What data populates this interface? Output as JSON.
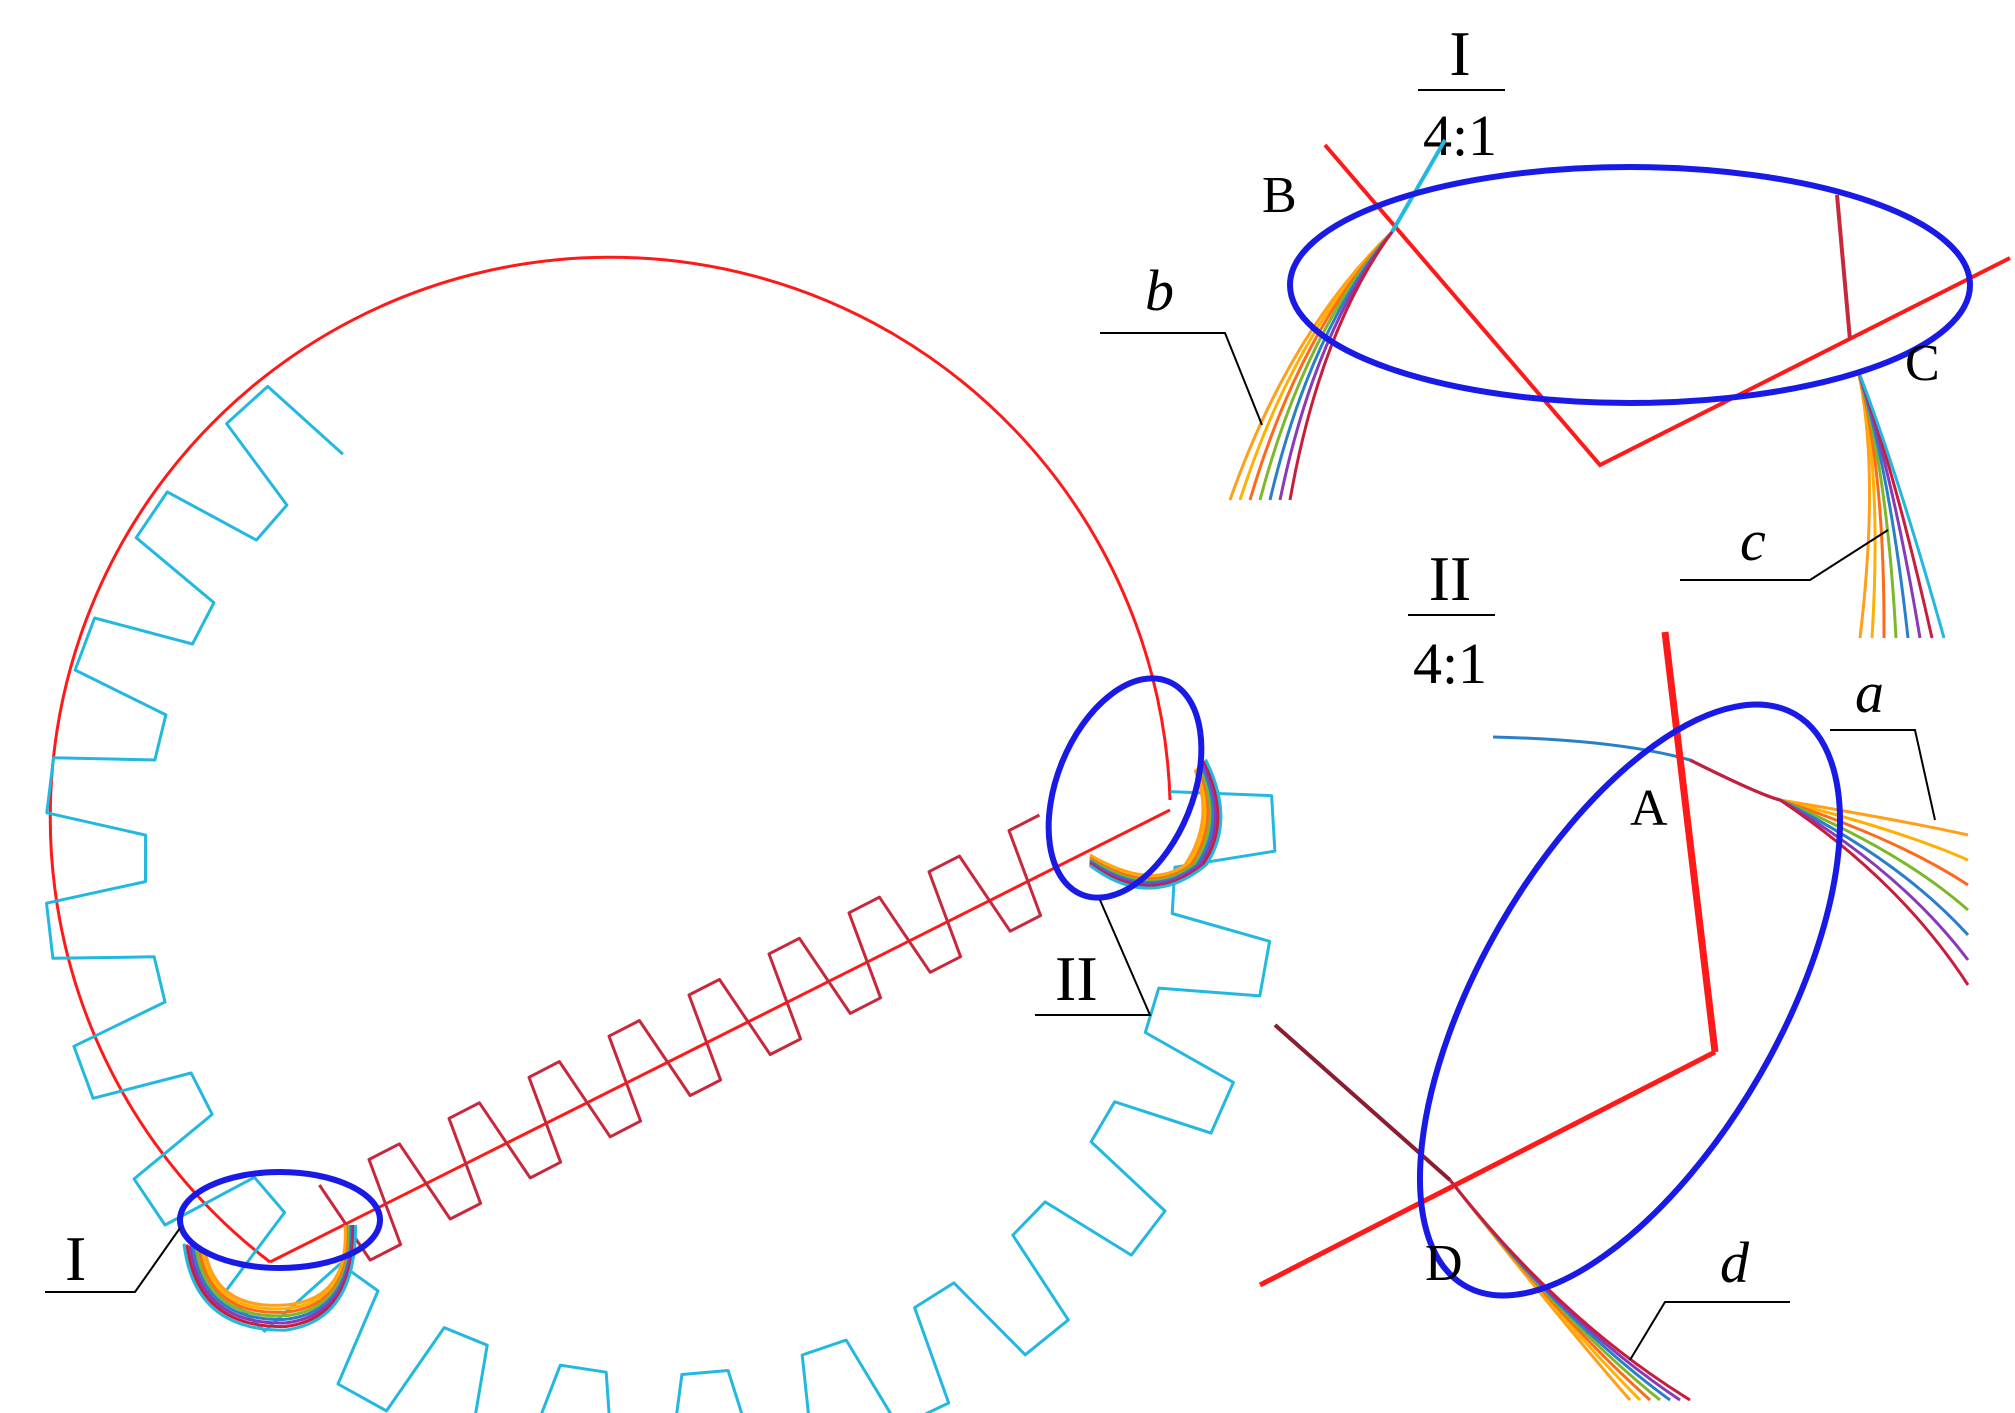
{
  "detail_labels": {
    "detail_I": "I",
    "detail_II": "II"
  },
  "detail_views": {
    "view_I": {
      "title": "I",
      "scale": "4:1"
    },
    "view_II": {
      "title": "II",
      "scale": "4:1"
    }
  },
  "point_labels": {
    "A": "A",
    "B": "B",
    "C": "C",
    "D": "D"
  },
  "curve_labels": {
    "a": "a",
    "b": "b",
    "c": "c",
    "d": "d"
  },
  "colors": {
    "gear_tooth": "#22b8e0",
    "pitch_line": "#ff1a1a",
    "rack_tooth": "#c8283c",
    "highlight_ellipse": "#1a1ae6",
    "fillet_palette": [
      "#ff9f1a",
      "#ffb000",
      "#ff6a1a",
      "#7cb82a",
      "#2a7fc8",
      "#8a3ab8",
      "#c81e3c",
      "#22b8e0"
    ]
  },
  "icons": {
    "leader": "leader-line",
    "ellipse": "detail-ellipse"
  }
}
